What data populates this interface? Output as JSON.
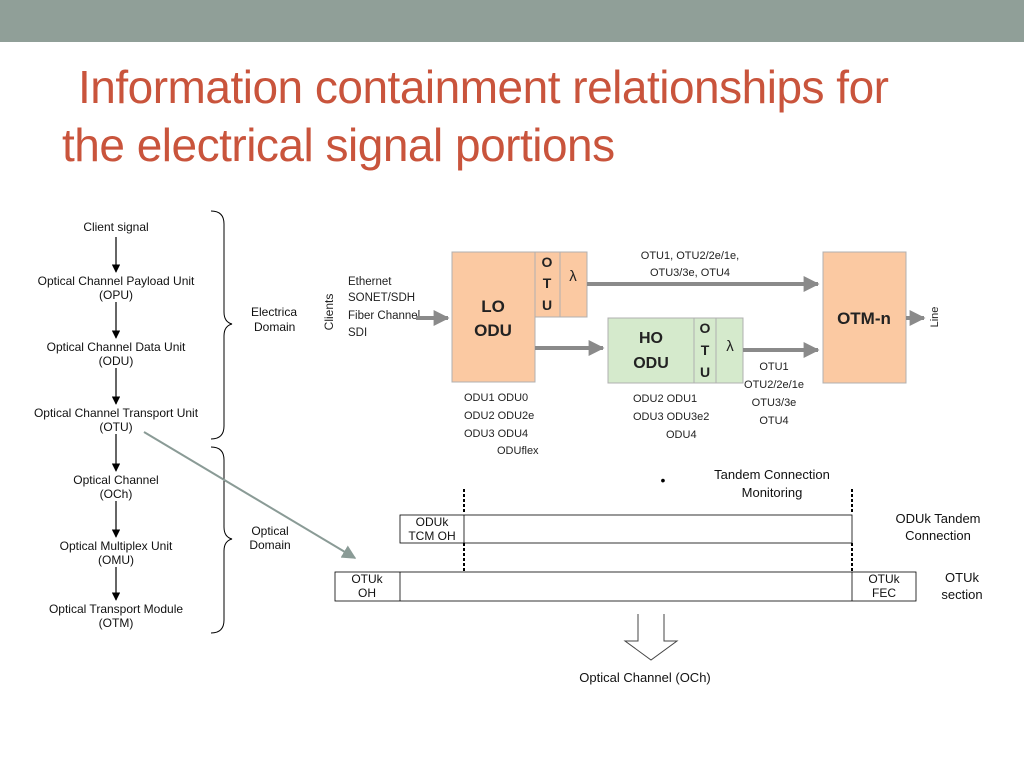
{
  "title": {
    "line1": "Information containment relationships for",
    "line2": "the electrical signal portions"
  },
  "colors": {
    "accent": "#c9543c",
    "topbar": "#909f98",
    "orange": "#fbc9a2",
    "green": "#d5eacc",
    "arrow": "#8a8a8a"
  },
  "hierarchy": {
    "items": [
      {
        "line1": "Client signal",
        "line2": ""
      },
      {
        "line1": "Optical Channel Payload Unit",
        "line2": "(OPU)"
      },
      {
        "line1": "Optical Channel Data Unit",
        "line2": "(ODU)"
      },
      {
        "line1": "Optical Channel Transport Unit",
        "line2": "(OTU)"
      },
      {
        "line1": "Optical Channel",
        "line2": "(OCh)"
      },
      {
        "line1": "Optical Multiplex Unit",
        "line2": "(OMU)"
      },
      {
        "line1": "Optical Transport Module",
        "line2": "(OTM)"
      }
    ],
    "electrical_domain": {
      "line1": "Electrica",
      "line2": "Domain"
    },
    "optical_domain": {
      "line1": "Optical",
      "line2": "Domain"
    }
  },
  "mapping": {
    "clients_label": "Clients",
    "client_types": [
      "Ethernet",
      "SONET/SDH",
      "Fiber Channel",
      "SDI"
    ],
    "lo_odu": {
      "line1": "LO",
      "line2": "ODU"
    },
    "lo_otu_letters": [
      "O",
      "T",
      "U"
    ],
    "lambda": "λ",
    "ho_odu": {
      "line1": "HO",
      "line2": "ODU"
    },
    "ho_otu_letters": [
      "O",
      "T",
      "U"
    ],
    "otm": "OTM-n",
    "line_label": "Line",
    "top_rates": [
      "OTU1, OTU2/2e/1e,",
      "OTU3/3e, OTU4"
    ],
    "lo_rates": [
      "ODU1 ODU0",
      "ODU2 ODU2e",
      "ODU3 ODU4",
      "ODUflex"
    ],
    "ho_rates": [
      "ODU2 ODU1",
      "ODU3 ODU3e2",
      "ODU4"
    ],
    "out_rates": [
      "OTU1",
      "OTU2/2e/1e",
      "OTU3/3e",
      "OTU4"
    ]
  },
  "frame": {
    "tcm_title": [
      "Tandem Connection",
      "Monitoring"
    ],
    "bullet": "•",
    "oduk_cell": [
      "ODUk",
      "TCM OH"
    ],
    "otuk_oh": [
      "OTUk",
      "OH"
    ],
    "otuk_fec": [
      "OTUk",
      "FEC"
    ],
    "oduk_tandem_label": [
      "ODUk Tandem",
      "Connection"
    ],
    "otuk_section_label": [
      "OTUk",
      "section"
    ],
    "och_label": "Optical Channel (OCh)"
  }
}
